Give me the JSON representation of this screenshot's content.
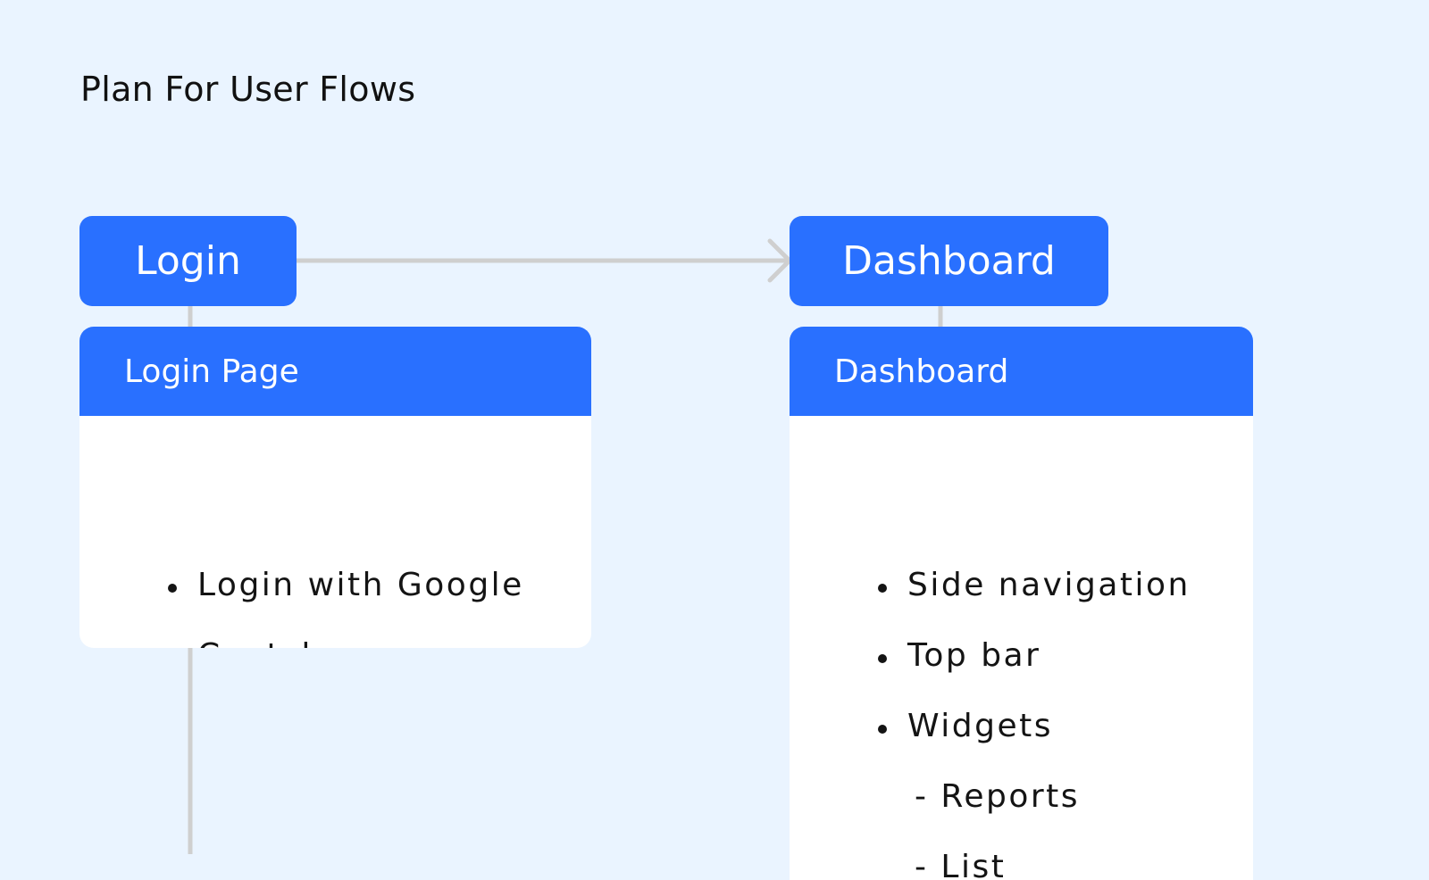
{
  "title": "Plan For User Flows",
  "colors": {
    "background": "#EAF4FF",
    "node_blue": "#2970FF",
    "connector_gray": "#CFCFCF",
    "card_white": "#FFFFFF",
    "text_dark": "#141414"
  },
  "nodes": {
    "login": {
      "label": "Login"
    },
    "dashboard": {
      "label": "Dashboard"
    }
  },
  "cards": {
    "login_page": {
      "header": "Login Page",
      "items": [
        "Login with Google",
        "Captcha"
      ]
    },
    "dashboard": {
      "header": "Dashboard",
      "items": [
        "Side navigation",
        "Top bar",
        "Widgets"
      ],
      "subitems": [
        "- Reports",
        "- List"
      ]
    }
  }
}
